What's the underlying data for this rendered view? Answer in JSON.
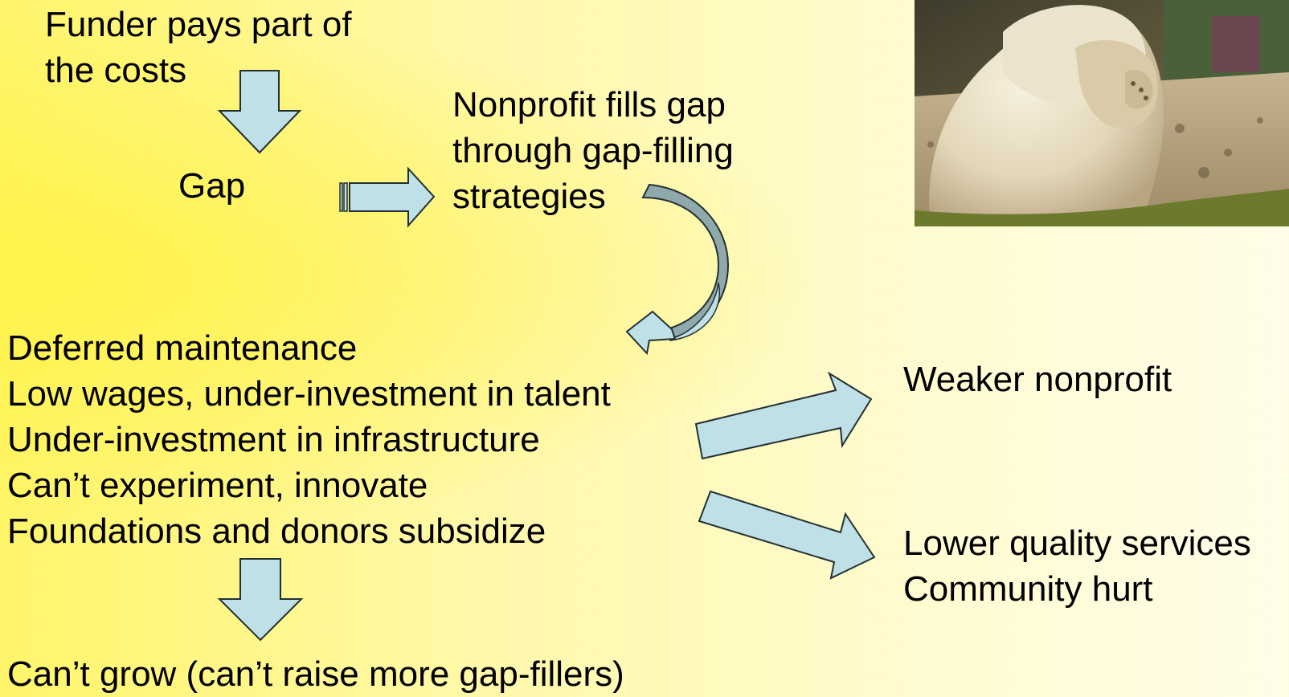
{
  "diagram": {
    "funder_text": [
      "Funder pays part of",
      "the costs"
    ],
    "gap_label": "Gap",
    "nonprofit_text": [
      "Nonprofit fills gap",
      "through gap-filling",
      "strategies"
    ],
    "consequences": [
      "Deferred maintenance",
      "Low wages, under-investment in talent",
      "Under-investment in infrastructure",
      "Can’t experiment, innovate",
      "Foundations and donors subsidize"
    ],
    "cant_grow": "Can’t grow (can’t raise more gap-fillers)",
    "weaker_nonprofit": "Weaker nonprofit",
    "outcome_lines": [
      "Lower quality services",
      "Community hurt"
    ]
  },
  "photo": {
    "subject": "polar bear cub covering face with paw"
  },
  "colors": {
    "arrow_fill": "#bfe0e6",
    "curved_arrow_shade": "#8fa9ad",
    "arrow_stroke": "#223033"
  }
}
